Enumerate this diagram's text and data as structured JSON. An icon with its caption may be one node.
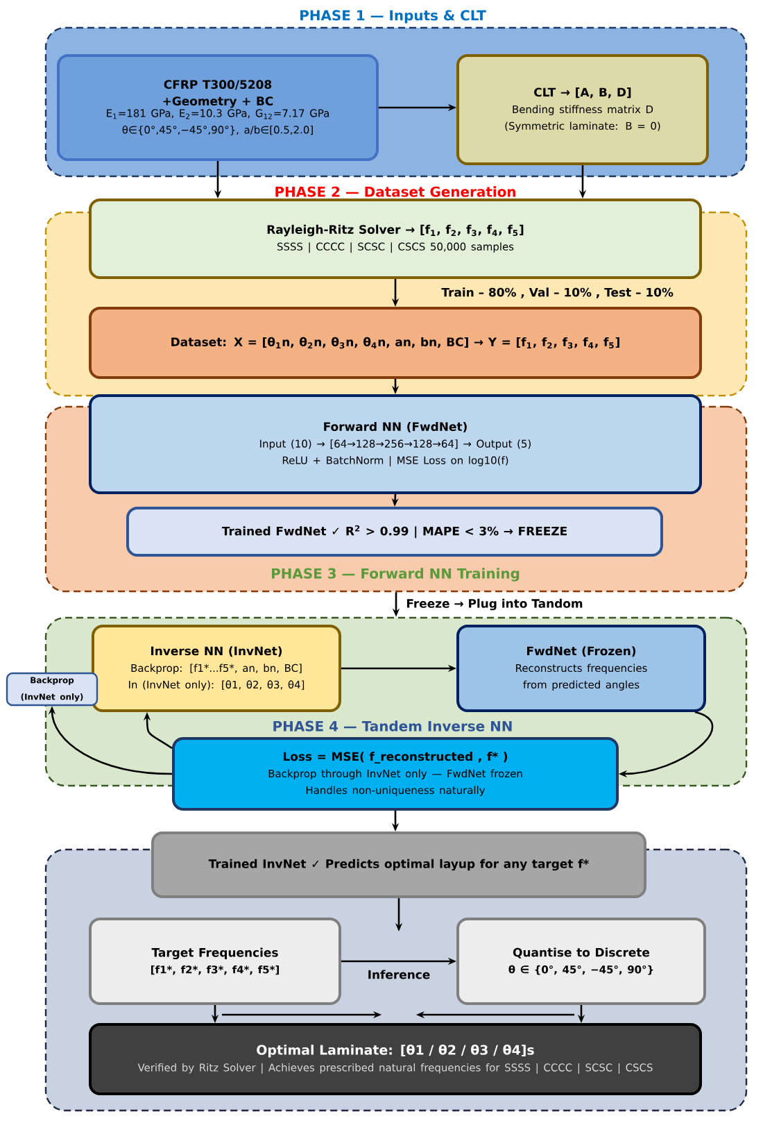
{
  "diagram": {
    "nodes": [
      {
        "text": [
          "PHASE 1 — Inputs & CLT"
        ]
      },
      {
        "text": [
          "CFRP T300/5208 +Geometry + BC",
          "E$_{1}$=181 GPa, E$_{2}$=10.3 GPa, G$_{12}$=7.17 GPa",
          "θ∈{0°,45°,−45°,90°}, a/b∈[0.5,2.0]"
        ],
        "in": 0
      },
      {
        "text": [
          "CLT → [A, B, D]",
          "Bending stiffness matrix D",
          "(Symmetric laminate: B = 0)"
        ],
        "in": 0
      },
      {
        "text": [
          "PHASE 2 — Dataset Generation"
        ]
      },
      {
        "text": [
          "Rayleigh-Ritz Solver → [f$_{1}$, f$_{2}$, f$_{3}$, f$_{4}$, f$_{5}$]",
          "SSSS | CCCC | SCSC | CSCS 50,000 samples"
        ]
      },
      {
        "text": [
          "Dataset: X = [θ$_{1}$n, θ$_{2}$n, θ$_{3}$n, θ$_{4}$n, an, bn, BC] → Y = [f$_{1}$, f$_{2}$, f$_{3}$, f$_{4}$, f$_{5}$]"
        ],
        "in": 3
      },
      {
        "text": [
          "PHASE 3 — Forward NN Training"
        ]
      },
      {
        "text": [
          "Forward NN (FwdNet)",
          "Input (10) → [64→128→256→128→64] → Output (5)",
          "ReLU + BatchNorm | MSE Loss on log10(f)"
        ]
      },
      {
        "text": [
          "Trained FwdNet ✓ R$^{2}$ > 0.99 | MAPE < 3% → FREEZE"
        ],
        "in": 6
      },
      {
        "text": [
          "PHASE 4 — Tandem Inverse NN"
        ]
      },
      {
        "text": [
          "Inverse NN (InvNet)",
          "Backprop: [f1*...f5*, an, bn, BC]",
          "In (InvNet only): [θ1, θ2, θ3, θ4]"
        ],
        "in": 9
      },
      {
        "text": [
          "FwdNet (Frozen)",
          "Reconstructs frequencies from predicted angles"
        ],
        "in": 9
      },
      {
        "text": [
          "Backprop (InvNet only)"
        ]
      },
      {
        "text": [
          "Loss = MSE( f_reconstructed , f* )",
          "Backprop through InvNet only — FwdNet frozen",
          "Handles non-uniqueness naturally"
        ]
      },
      {
        "text": [],
        "shape": "box"
      },
      {
        "text": [
          "Trained InvNet ✓ Predicts optimal layup for any target f*"
        ]
      },
      {
        "text": [
          "Target Frequencies",
          "[f1*, f2*, f3*, f4*, f5*]"
        ],
        "in": 14
      },
      {
        "text": [
          "Quantise to Discrete",
          "θ ∈ {0°, 45°, −45°, 90°}"
        ],
        "in": 14
      },
      {
        "text": [
          "Optimal Laminate: [θ1 / θ2 / θ3 / θ4]s",
          "Verified by Ritz Solver | Achieves prescribed natural frequencies for SSSS | CCCC | SCSC | CSCS"
        ],
        "in": 14
      }
    ],
    "edges": [
      {
        "from": 1,
        "to": 2,
        "arrow": "to"
      },
      {
        "from": 1,
        "to": 4,
        "arrow": "to"
      },
      {
        "from": 2,
        "to": 4,
        "arrow": "to"
      },
      {
        "from": 4,
        "to": 5,
        "arrow": "to",
        "label": "Train – 80% , Val – 10% , Test – 10%"
      },
      {
        "from": 5,
        "to": 7,
        "arrow": "to"
      },
      {
        "from": 7,
        "to": 8,
        "arrow": "to"
      },
      {
        "from": 6,
        "to": 9,
        "arrow": "to",
        "label": "Freeze → Plug into Tandom"
      },
      {
        "from": 10,
        "to": 11,
        "arrow": "to"
      },
      {
        "from": 11,
        "to": 13,
        "arrow": "to"
      },
      {
        "from": 13,
        "to": 10,
        "arrow": "to"
      },
      {
        "from": 13,
        "to": 12,
        "arrow": "to"
      },
      {
        "from": 13,
        "to": 15,
        "arrow": "to"
      },
      {
        "from": 15,
        "to": null,
        "arrow": "to"
      },
      {
        "from": 16,
        "to": 17,
        "arrow": "to",
        "label": "Inference"
      },
      {
        "from": 16,
        "to": 18,
        "arrow": "to"
      },
      {
        "from": 17,
        "to": 18,
        "arrow": "to"
      },
      {
        "from": 16,
        "to": 18,
        "arrow": "to"
      },
      {
        "from": 17,
        "to": 18,
        "arrow": "to"
      }
    ]
  }
}
